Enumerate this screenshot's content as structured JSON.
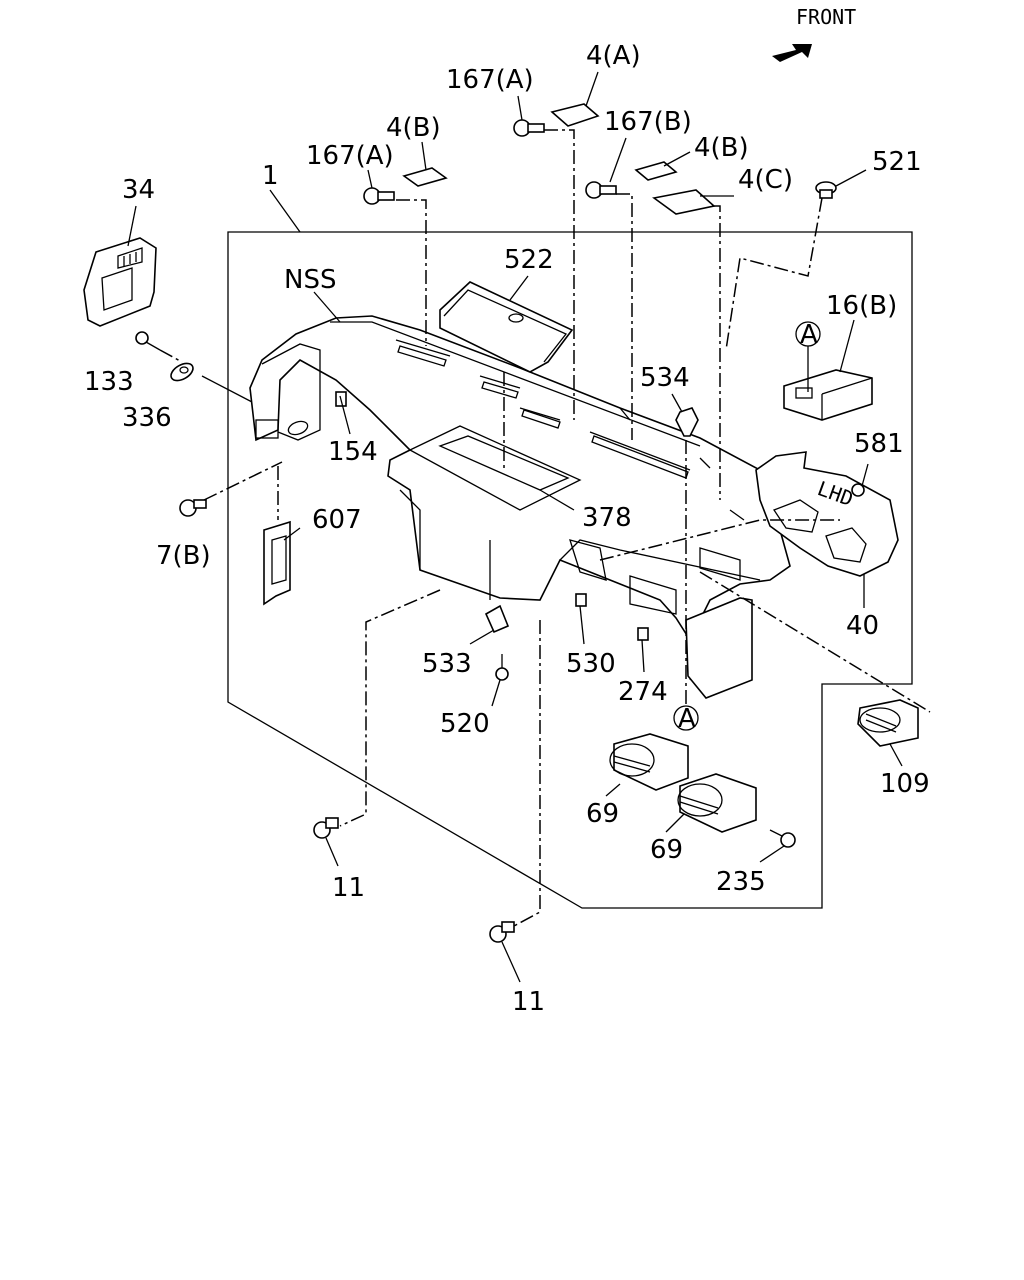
{
  "header": {
    "front_label": "FRONT"
  },
  "callouts": {
    "c34": "34",
    "c1": "1",
    "c133": "133",
    "c336": "336",
    "c7b": "7(B)",
    "c607": "607",
    "c154": "154",
    "cNSS": "NSS",
    "c167a_left": "167(A)",
    "c4b_left": "4(B)",
    "c167a_top": "167(A)",
    "c4a": "4(A)",
    "c167b": "167(B)",
    "c4b_right": "4(B)",
    "c4c": "4(C)",
    "c521": "521",
    "c522": "522",
    "c16b": "16(B)",
    "c534": "534",
    "c581": "581",
    "c378": "378",
    "c40": "40",
    "c533": "533",
    "c520": "520",
    "c530": "530",
    "c274": "274",
    "c109": "109",
    "c69_top": "69",
    "c69_bottom": "69",
    "c235": "235",
    "c11_left": "11",
    "c11_bottom": "11"
  },
  "markers": {
    "ref_a_top": "A",
    "ref_a_bottom": "A"
  },
  "stamps": {
    "lhd": "LHD"
  }
}
